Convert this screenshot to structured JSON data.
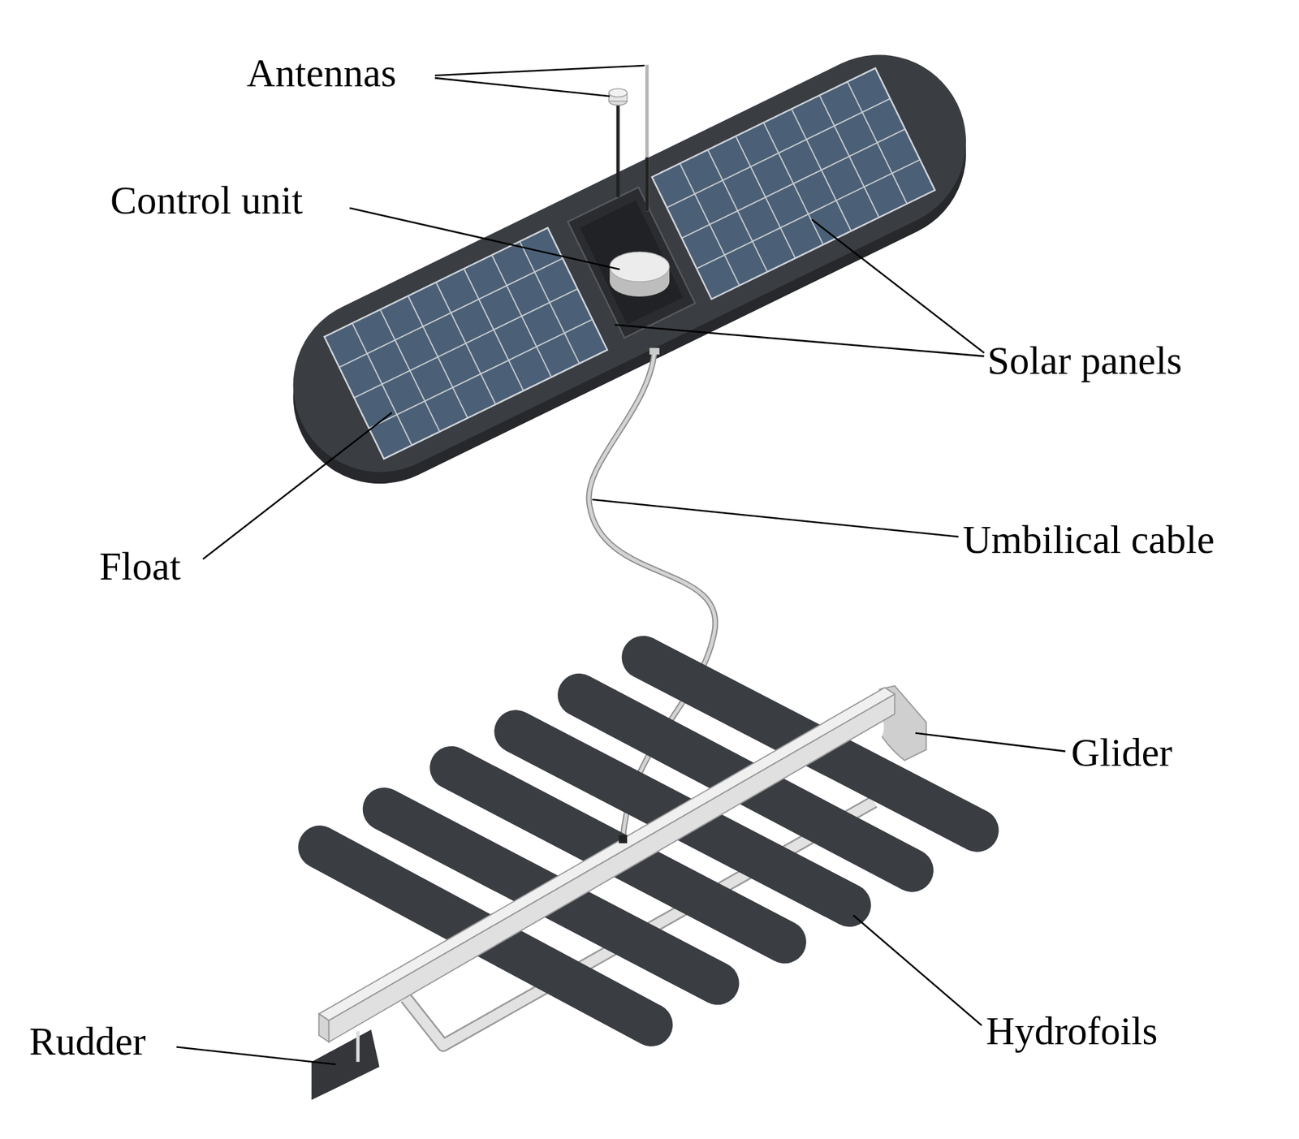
{
  "diagram": {
    "labels": [
      "Antennas",
      "Control unit",
      "Solar panels",
      "Float",
      "Umbilical cable",
      "Glider",
      "Hydrofoils",
      "Rudder"
    ]
  }
}
